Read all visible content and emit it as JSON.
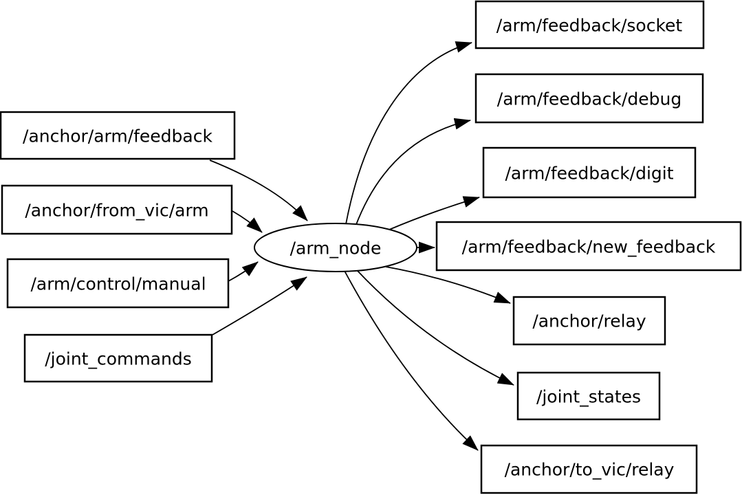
{
  "diagram": {
    "type": "ros-node-graph",
    "node": {
      "label": "/arm_node",
      "shape": "ellipse"
    },
    "inputs": [
      {
        "label": "/anchor/arm/feedback"
      },
      {
        "label": "/anchor/from_vic/arm"
      },
      {
        "label": "/arm/control/manual"
      },
      {
        "label": "/joint_commands"
      }
    ],
    "outputs": [
      {
        "label": "/arm/feedback/socket"
      },
      {
        "label": "/arm/feedback/debug"
      },
      {
        "label": "/arm/feedback/digit"
      },
      {
        "label": "/arm/feedback/new_feedback"
      },
      {
        "label": "/anchor/relay"
      },
      {
        "label": "/joint_states"
      },
      {
        "label": "/anchor/to_vic/relay"
      }
    ],
    "edges": [
      {
        "from": "/anchor/arm/feedback",
        "to": "/arm_node"
      },
      {
        "from": "/anchor/from_vic/arm",
        "to": "/arm_node"
      },
      {
        "from": "/arm/control/manual",
        "to": "/arm_node"
      },
      {
        "from": "/joint_commands",
        "to": "/arm_node"
      },
      {
        "from": "/arm_node",
        "to": "/arm/feedback/socket"
      },
      {
        "from": "/arm_node",
        "to": "/arm/feedback/debug"
      },
      {
        "from": "/arm_node",
        "to": "/arm/feedback/digit"
      },
      {
        "from": "/arm_node",
        "to": "/arm/feedback/new_feedback"
      },
      {
        "from": "/arm_node",
        "to": "/anchor/relay"
      },
      {
        "from": "/arm_node",
        "to": "/joint_states"
      },
      {
        "from": "/arm_node",
        "to": "/anchor/to_vic/relay"
      }
    ],
    "colors": {
      "background": "#ffffff",
      "stroke": "#000000",
      "text": "#000000"
    }
  }
}
